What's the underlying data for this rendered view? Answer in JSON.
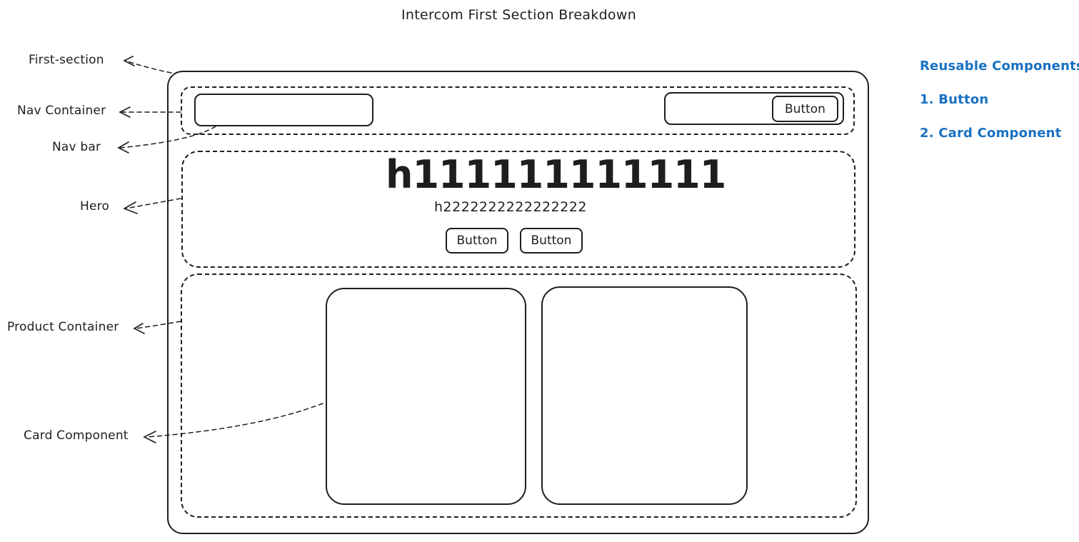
{
  "diagram": {
    "title": "Intercom First Section Breakdown",
    "annotations": {
      "first_section": "First-section",
      "nav_container": "Nav Container",
      "nav_bar": "Nav bar",
      "hero": "Hero",
      "product_container": "Product Container",
      "card_component": "Card Component"
    },
    "nav": {
      "button_label": "Button"
    },
    "hero": {
      "heading1": "h111111111111",
      "heading2": "h2222222222222222",
      "button1_label": "Button",
      "button2_label": "Button"
    },
    "reusable": {
      "title": "Reusable Components:",
      "items": [
        "1. Button",
        "2. Card Component"
      ]
    }
  },
  "colors": {
    "stroke": "#1e1e1e",
    "accent_blue": "#1971c2",
    "background": "#ffffff"
  }
}
